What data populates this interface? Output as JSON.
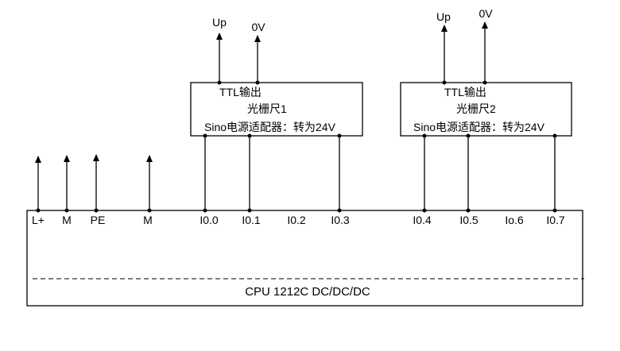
{
  "cpu": {
    "label": "CPU 1212C DC/DC/DC",
    "terminals": [
      "L+",
      "M",
      "PE",
      "M",
      "I0.0",
      "I0.1",
      "I0.2",
      "I0.3",
      "I0.4",
      "I0.5",
      "Io.6",
      "I0.7"
    ]
  },
  "modules": [
    {
      "output_label": "TTL输出",
      "name": "光栅尺1",
      "adapter": "Sino电源适配器：转为24V",
      "up_label": "Up",
      "zero_label": "0V"
    },
    {
      "output_label": "TTL输出",
      "name": "光栅尺2",
      "adapter": "Sino电源适配器：转为24V",
      "up_label": "Up",
      "zero_label": "0V"
    }
  ],
  "colors": {
    "line": "#000000",
    "background": "#ffffff"
  }
}
